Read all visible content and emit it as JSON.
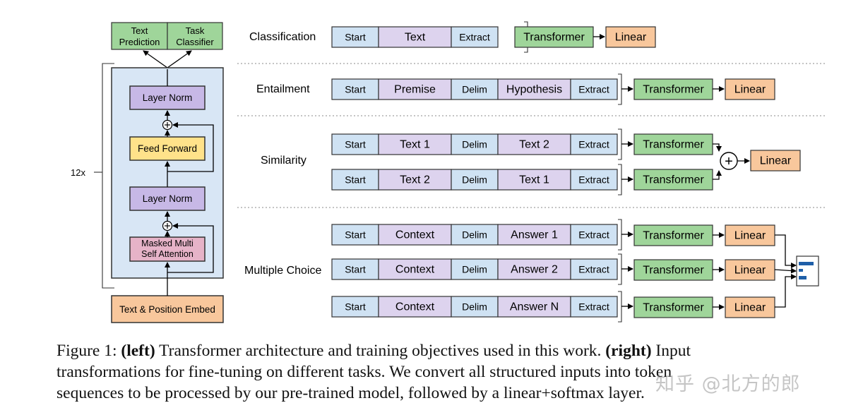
{
  "left_panel": {
    "top_boxes": [
      "Text Prediction",
      "Task Classifier"
    ],
    "top_box_lines": [
      [
        "Text",
        "Prediction"
      ],
      [
        "Task",
        "Classifier"
      ]
    ],
    "repeat_label": "12x",
    "layer_norm_top": "Layer Norm",
    "feed_forward": "Feed Forward",
    "layer_norm_bottom": "Layer Norm",
    "attention_lines": [
      "Masked Multi",
      "Self Attention"
    ],
    "embed": "Text & Position Embed"
  },
  "right_panel": {
    "tasks": [
      {
        "name": "Classification",
        "rows": [
          {
            "tokens": [
              "Start",
              "Text",
              "Extract"
            ],
            "transformer": "Transformer",
            "linear": "Linear"
          }
        ]
      },
      {
        "name": "Entailment",
        "rows": [
          {
            "tokens": [
              "Start",
              "Premise",
              "Delim",
              "Hypothesis",
              "Extract"
            ],
            "transformer": "Transformer",
            "linear": "Linear"
          }
        ]
      },
      {
        "name": "Similarity",
        "rows": [
          {
            "tokens": [
              "Start",
              "Text 1",
              "Delim",
              "Text 2",
              "Extract"
            ],
            "transformer": "Transformer"
          },
          {
            "tokens": [
              "Start",
              "Text 2",
              "Delim",
              "Text 1",
              "Extract"
            ],
            "transformer": "Transformer"
          }
        ],
        "merge_symbol": "+",
        "linear": "Linear"
      },
      {
        "name": "Multiple Choice",
        "rows": [
          {
            "tokens": [
              "Start",
              "Context",
              "Delim",
              "Answer 1",
              "Extract"
            ],
            "transformer": "Transformer",
            "linear": "Linear"
          },
          {
            "tokens": [
              "Start",
              "Context",
              "Delim",
              "Answer 2",
              "Extract"
            ],
            "transformer": "Transformer",
            "linear": "Linear"
          },
          {
            "tokens": [
              "Start",
              "Context",
              "Delim",
              "Answer N",
              "Extract"
            ],
            "transformer": "Transformer",
            "linear": "Linear"
          }
        ]
      }
    ]
  },
  "caption": {
    "figure_label": "Figure 1:",
    "left_tag": "(left)",
    "left_text": "Transformer architecture and training objectives used in this work.",
    "right_tag": "(right)",
    "right_text_line1": "Input",
    "line2": "transformations for fine-tuning on different tasks.  We convert all structured inputs into token",
    "line3": "sequences to be processed by our pre-trained model, followed by a linear+softmax layer."
  },
  "watermark": "知乎 @北方的郎",
  "colors": {
    "green": "#9fd59a",
    "blue": "#cfe2f3",
    "purple": "#c7b8e6",
    "lavender": "#ddd3ee",
    "yellow": "#ffe28a",
    "orange": "#f8c79c",
    "pink": "#e6b3c8",
    "left_bg": "#d8e6f5"
  }
}
